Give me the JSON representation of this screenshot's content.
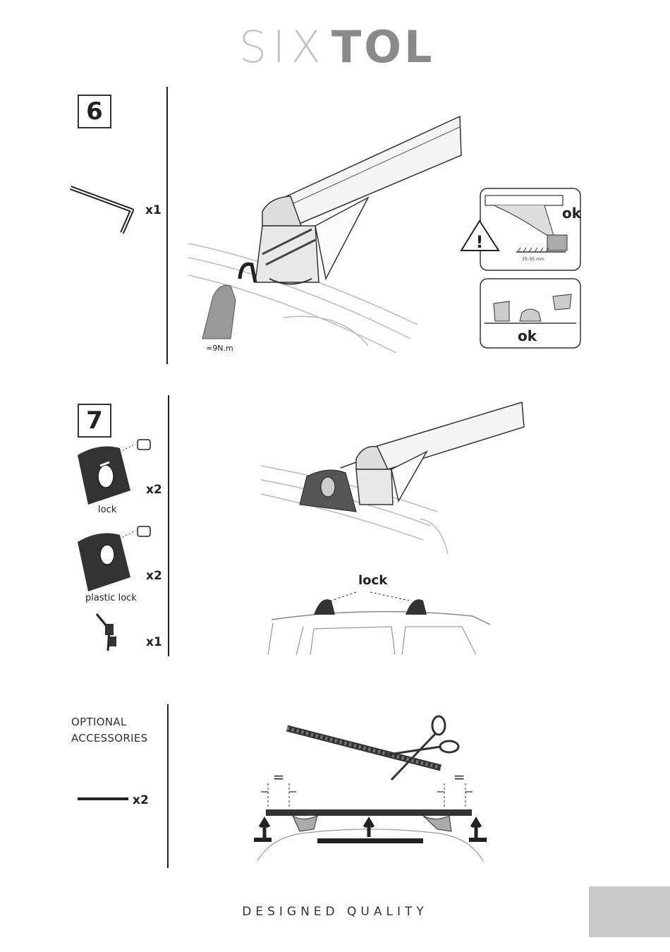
{
  "brand": {
    "light": "SIX",
    "bold": "TOL"
  },
  "step6": {
    "number": "6",
    "tool_qty": "x1",
    "torque": "≈9N.m",
    "ok_label_1": "ok",
    "ok_label_2": "ok",
    "dim_label": "35–55 mm"
  },
  "step7": {
    "number": "7",
    "lock_qty": "x2",
    "lock_caption": "lock",
    "plastic_qty": "x2",
    "plastic_caption": "plastic lock",
    "key_qty": "x1",
    "lock_callout": "lock"
  },
  "optional": {
    "title_line1": "OPTIONAL",
    "title_line2": "ACCESSORIES",
    "strip_qty": "x2",
    "equal_left": "=",
    "equal_right": "="
  },
  "footer": {
    "tagline": "DESIGNED QUALITY"
  }
}
